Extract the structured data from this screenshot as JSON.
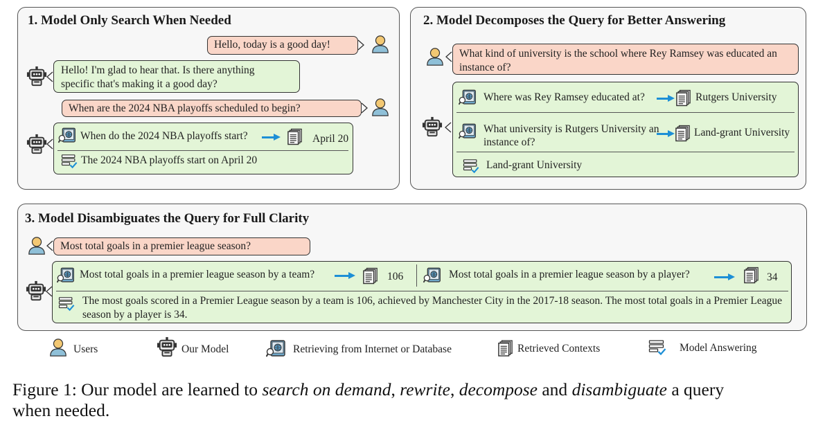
{
  "panel1": {
    "title": "1. Model Only Search When Needed",
    "user_msg_1": "Hello, today is a good day!",
    "model_reply": "Hello! I'm glad to hear that. Is there anything specific that's making it a good day?",
    "user_msg_2": "When are the 2024 NBA playoffs scheduled to begin?",
    "query": "When do the 2024 NBA playoffs start?",
    "retrieved": "April 20",
    "answer": "The 2024 NBA playoffs start on April 20"
  },
  "panel2": {
    "title": "2. Model Decomposes the Query for Better Answering",
    "user_msg": "What kind of university is the school where Rey Ramsey was educated an instance of?",
    "sub_query_1": "Where was Rey Ramsey educated at?",
    "retrieved_1": "Rutgers University",
    "sub_query_2": "What university is Rutgers University an instance of?",
    "retrieved_2": "Land-grant University",
    "answer": "Land-grant University"
  },
  "panel3": {
    "title": "3. Model Disambiguates the Query for Full Clarity",
    "user_msg": "Most total goals in a premier league season?",
    "sub_query_1": "Most total goals in a premier league season by a team?",
    "retrieved_1": "106",
    "sub_query_2": "Most total goals in a premier league season by a player?",
    "retrieved_2": "34",
    "answer": "The most goals scored in a Premier League season by a team is 106, achieved by Manchester City in the 2017-18 season. The most total goals in a Premier League season by a player is 34."
  },
  "legend": {
    "users": "Users",
    "model": "Our Model",
    "retrieving": "Retrieving from Internet or Database",
    "contexts": "Retrieved Contexts",
    "answering": "Model Answering"
  },
  "caption": {
    "prefix": "Figure 1: Our model are learned to ",
    "e1": "search on demand",
    "s1": ", ",
    "e2": "rewrite",
    "s2": ", ",
    "e3": "decompose",
    "s3": " and ",
    "e4": "disambiguate",
    "suffix": " a query",
    "line2": "when needed."
  },
  "colors": {
    "user_bubble": "#fad6c8",
    "model_bubble": "#e3f5d7",
    "arrow": "#1d8fd6",
    "user_icon": "#8fc0d8",
    "user_icon_head": "#f3c873"
  }
}
